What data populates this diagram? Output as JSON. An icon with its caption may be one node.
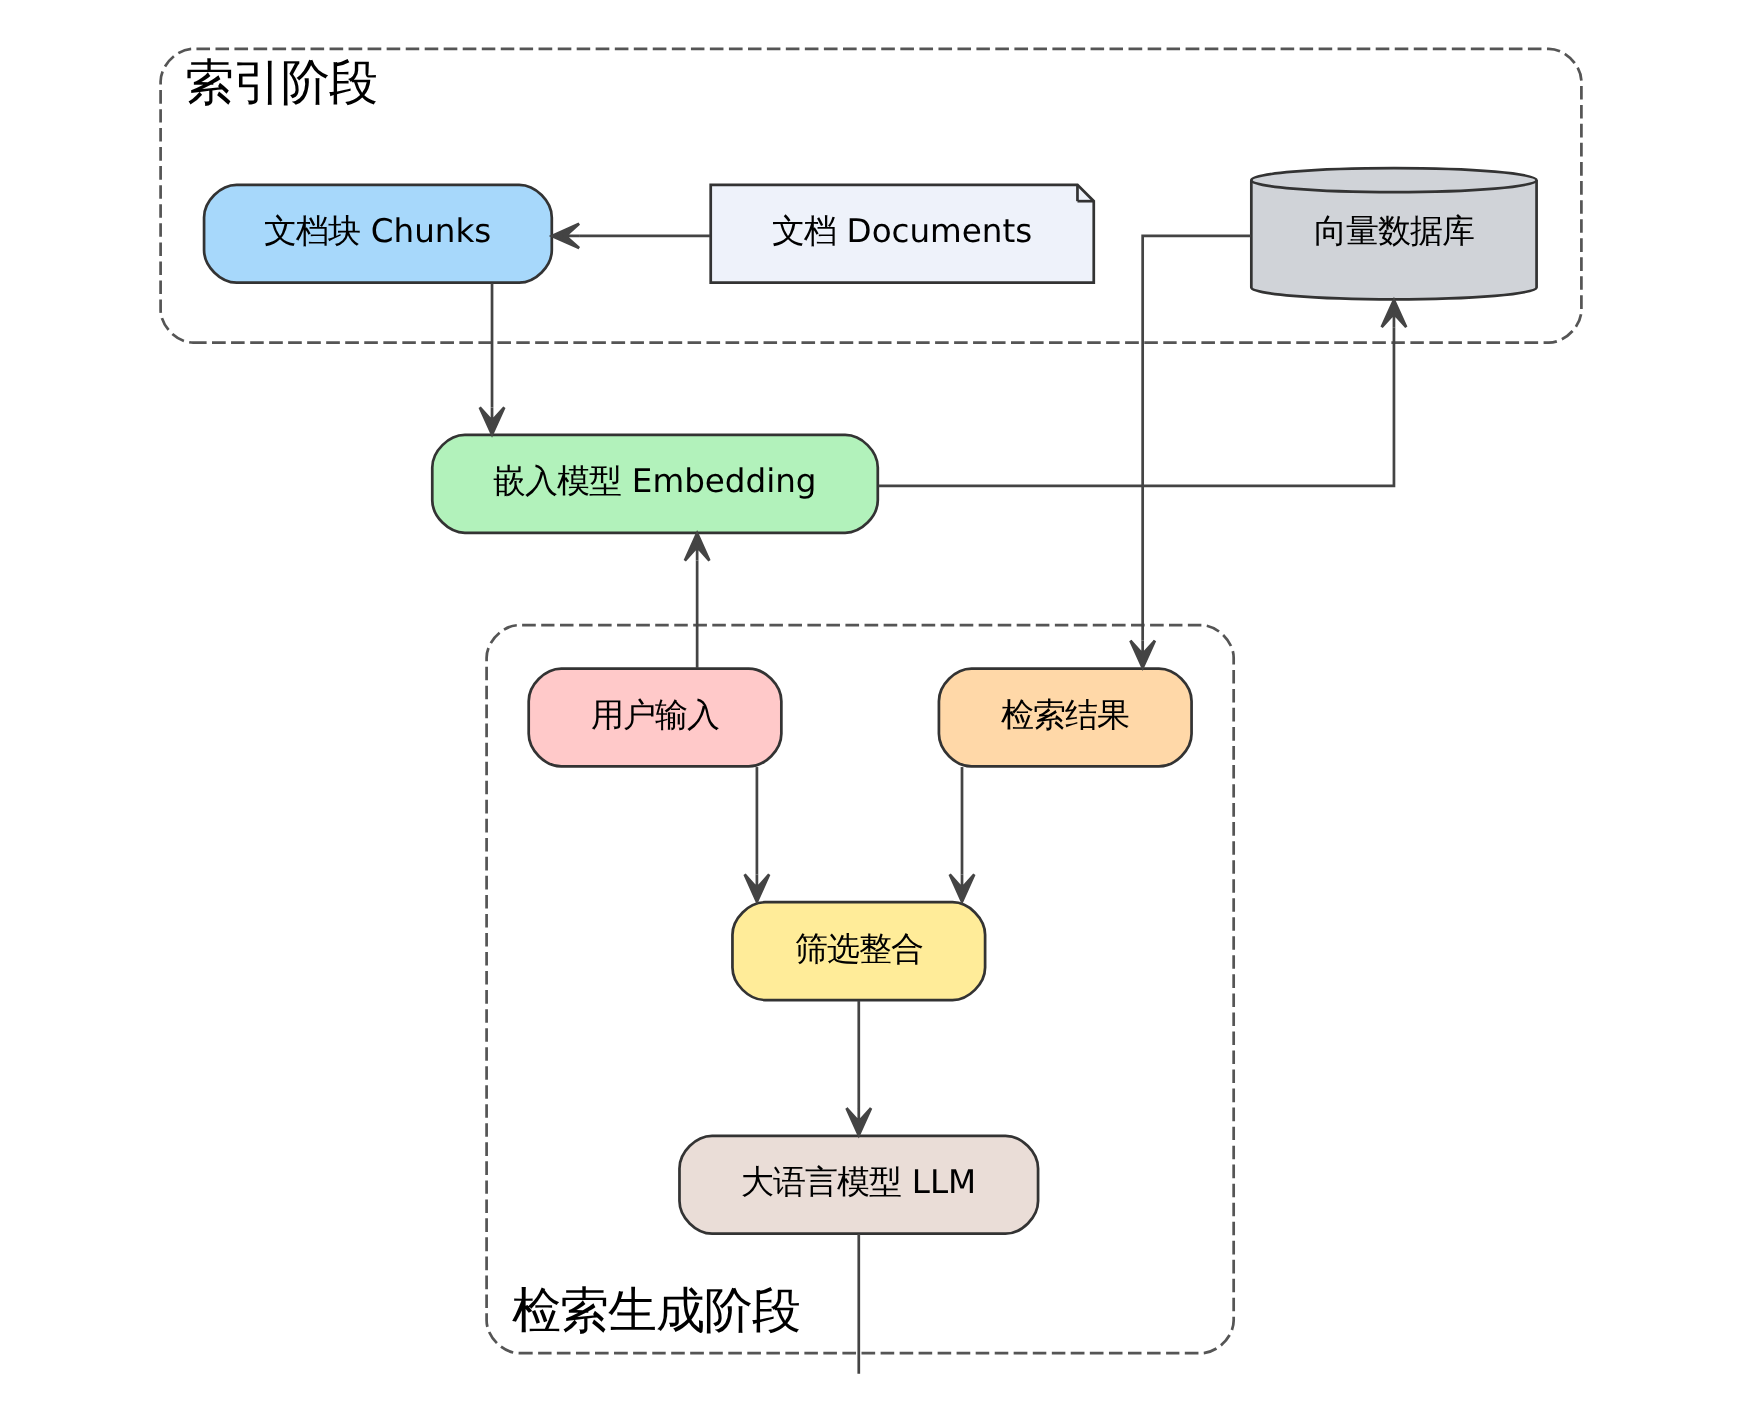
{
  "diagram": {
    "nodes": [
      {
        "text": [
          "索引阶段"
        ]
      },
      {
        "text": [
          "文档 Documents"
        ],
        "in": 0
      },
      {
        "text": [
          "文档块 Chunks"
        ],
        "in": 0
      },
      {
        "text": [
          "向量数据库"
        ],
        "in": 0
      },
      {
        "text": [
          "嵌入模型 Embedding"
        ]
      },
      {
        "text": [
          "检索生成阶段"
        ]
      },
      {
        "text": [
          "用户输入"
        ],
        "in": 5
      },
      {
        "text": [
          "检索结果"
        ],
        "in": 5
      },
      {
        "text": [
          "筛选整合"
        ],
        "in": 5
      },
      {
        "text": [
          "大语言模型 LLM"
        ],
        "in": 5
      }
    ],
    "edges": [
      {
        "from": 1,
        "to": 2,
        "arrow": "to"
      },
      {
        "from": 2,
        "to": 4,
        "arrow": "to"
      },
      {
        "from": 4,
        "to": 3,
        "arrow": "to"
      },
      {
        "from": 3,
        "to": 7,
        "arrow": "to"
      },
      {
        "from": 6,
        "to": 4,
        "arrow": "to"
      },
      {
        "from": 6,
        "to": 8,
        "arrow": "to"
      },
      {
        "from": 7,
        "to": 8,
        "arrow": "to"
      },
      {
        "from": 8,
        "to": 9,
        "arrow": "to"
      },
      {
        "from": 9,
        "to": null,
        "arrow": "none"
      }
    ]
  }
}
